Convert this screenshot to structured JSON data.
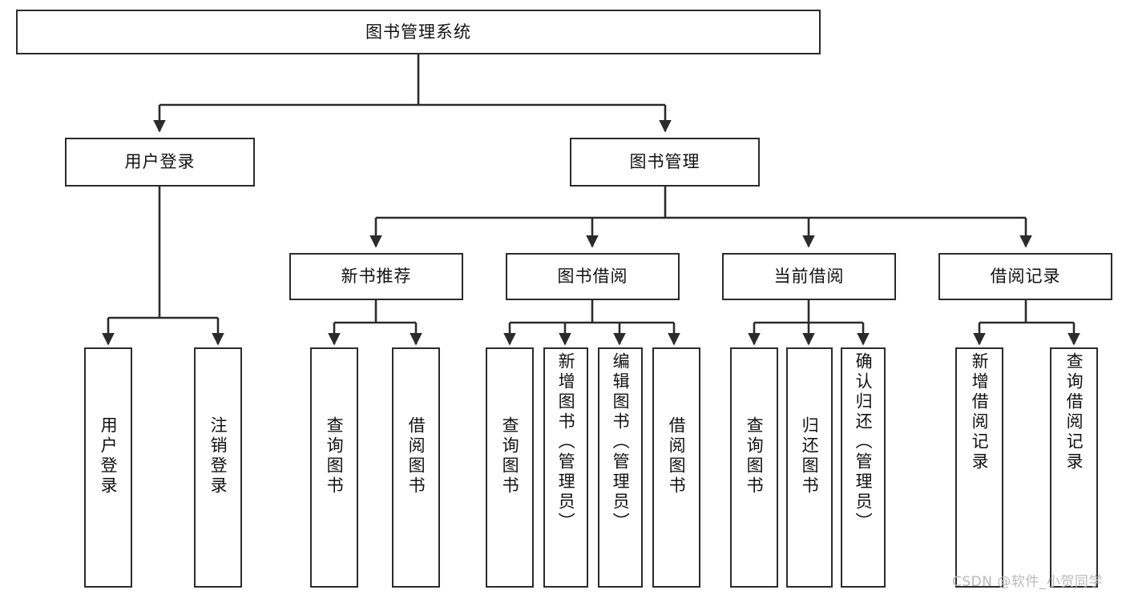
{
  "diagram": {
    "type": "tree",
    "title": "图书管理系统",
    "root": {
      "id": "root",
      "label": "图书管理系统"
    },
    "level2": [
      {
        "id": "user-login",
        "label": "用户登录"
      },
      {
        "id": "book-manage",
        "label": "图书管理"
      }
    ],
    "level3": [
      {
        "id": "new-book-recommend",
        "label": "新书推荐",
        "parent": "book-manage"
      },
      {
        "id": "book-borrow",
        "label": "图书借阅",
        "parent": "book-manage"
      },
      {
        "id": "current-borrow",
        "label": "当前借阅",
        "parent": "book-manage"
      },
      {
        "id": "borrow-record",
        "label": "借阅记录",
        "parent": "book-manage"
      }
    ],
    "leaves": [
      {
        "id": "leaf-user-login",
        "label": "用户登录",
        "parent": "user-login"
      },
      {
        "id": "leaf-logout-login",
        "label": "注销登录",
        "parent": "user-login"
      },
      {
        "id": "leaf-query-book-1",
        "label": "查询图书",
        "parent": "new-book-recommend"
      },
      {
        "id": "leaf-borrow-book-1",
        "label": "借阅图书",
        "parent": "new-book-recommend"
      },
      {
        "id": "leaf-query-book-2",
        "label": "查询图书",
        "parent": "book-borrow"
      },
      {
        "id": "leaf-add-book",
        "label": "新增图书（管理员）",
        "parent": "book-borrow"
      },
      {
        "id": "leaf-edit-book",
        "label": "编辑图书（管理员）",
        "parent": "book-borrow"
      },
      {
        "id": "leaf-borrow-book-2",
        "label": "借阅图书",
        "parent": "book-borrow"
      },
      {
        "id": "leaf-query-book-3",
        "label": "查询图书",
        "parent": "current-borrow"
      },
      {
        "id": "leaf-return-book",
        "label": "归还图书",
        "parent": "current-borrow"
      },
      {
        "id": "leaf-confirm-return",
        "label": "确认归还（管理员）",
        "parent": "current-borrow"
      },
      {
        "id": "leaf-add-record",
        "label": "新增借阅记录",
        "parent": "borrow-record"
      },
      {
        "id": "leaf-query-record",
        "label": "查询借阅记录",
        "parent": "borrow-record"
      }
    ],
    "colors": {
      "box_border": "#2b2b2b",
      "box_fill": "#ffffff",
      "connector": "#2b2b2b",
      "text": "#111111",
      "watermark": "#b9b9b9",
      "background": "#ffffff"
    }
  },
  "watermark": {
    "text": "CSDN @软件_小贺同学"
  }
}
